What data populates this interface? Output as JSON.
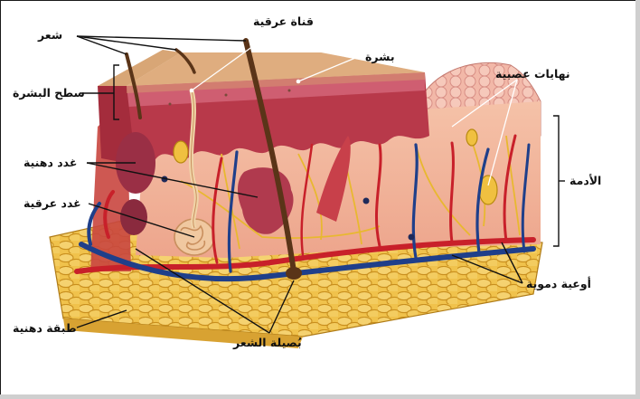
{
  "labels": {
    "hair": "شعر",
    "sweat_duct": "قناة عرقية",
    "epidermis": "بشرة",
    "nerve_endings": "نهايات عصبية",
    "skin_surface": "سطح البشرة",
    "sebaceous_glands": "غدد دهنية",
    "sweat_glands": "غدد عرقية",
    "dermis": "الأدمة",
    "blood_vessels": "أوعية دموية",
    "fat_layer": "طبقة دهنية",
    "hair_follicle": "بُصيلة الشعر"
  },
  "colors": {
    "fat_yellow": "#f0c24c",
    "fat_cell_outline": "#c98f1e",
    "dermis_pink": "#f2b29a",
    "epidermis_red": "#b8394a",
    "surface_tan": "#e9bf8e",
    "artery_red": "#c8202a",
    "vein_blue": "#1f3f8a",
    "nerve_yellow": "#e8b830",
    "hair_brown": "#5a3418",
    "frame": "#1a1a1a"
  }
}
